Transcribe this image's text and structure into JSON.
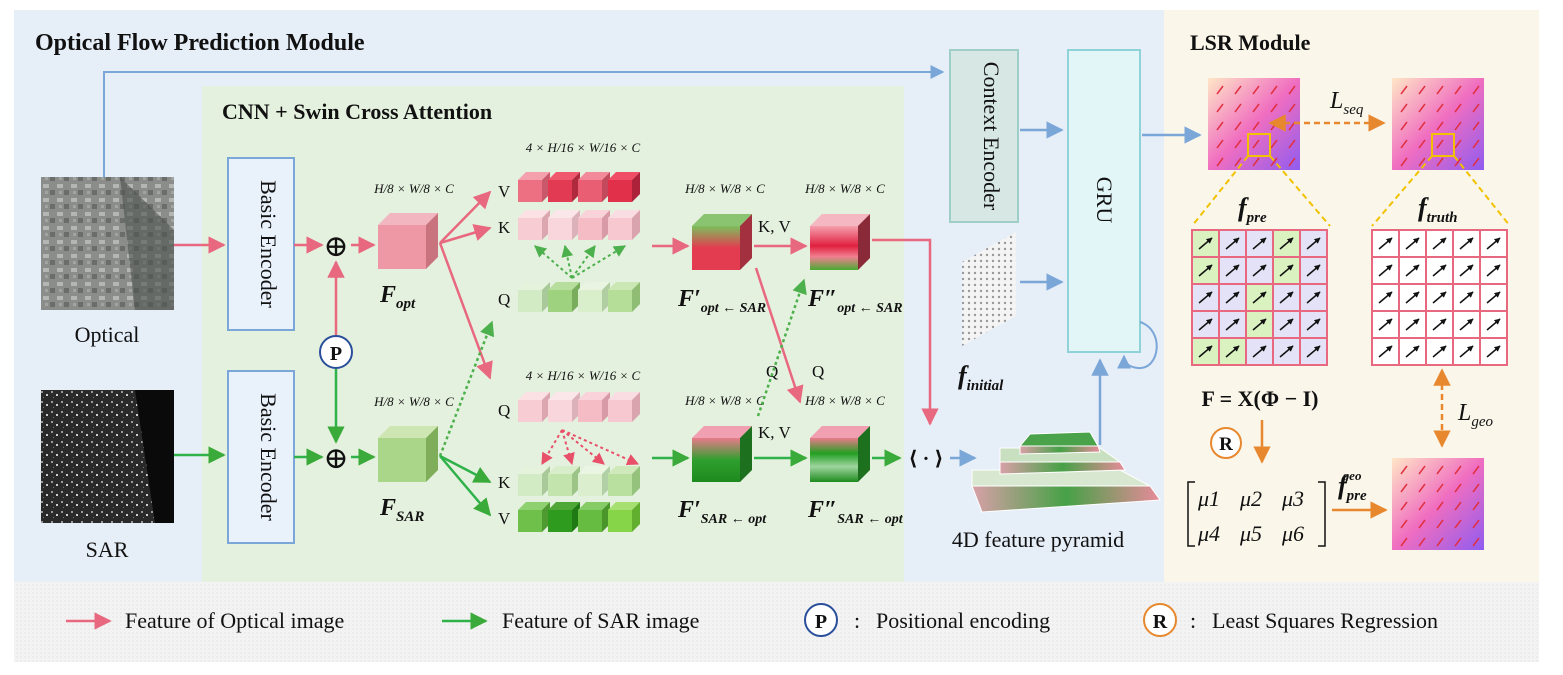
{
  "titles": {
    "optical_flow_module": "Optical Flow Prediction Module",
    "cnn_swin": "CNN + Swin Cross Attention",
    "lsr_module": "LSR Module"
  },
  "inputs": {
    "optical": "Optical",
    "sar": "SAR"
  },
  "encoders": {
    "basic_encoder_top": "Basic Encoder",
    "basic_encoder_bottom": "Basic Encoder",
    "context_encoder": "Context Encoder",
    "gru": "GRU"
  },
  "dims": {
    "eighth": "H/8 × W/8 × C",
    "sixteenth": "4 × H/16 × W/16 × C"
  },
  "qkv": {
    "q": "Q",
    "k": "K",
    "v": "V",
    "kv": "K, V"
  },
  "features": {
    "f_opt": "F",
    "f_opt_sub": "opt",
    "f_sar": "F",
    "f_sar_sub": "SAR",
    "f_opt_sar_prime": "F′",
    "f_opt_sar_prime_sub": "opt ← SAR",
    "f_opt_sar_dprime": "F″",
    "f_opt_sar_dprime_sub": "opt ← SAR",
    "f_sar_opt_prime": "F′",
    "f_sar_opt_prime_sub": "SAR ← opt",
    "f_sar_opt_dprime": "F″",
    "f_sar_opt_dprime_sub": "SAR ← opt",
    "f_initial": "f",
    "f_initial_sub": "initial",
    "dot_product": "⟨ · ⟩",
    "pyramid": "4D feature pyramid"
  },
  "lsr": {
    "l_seq": "L",
    "l_seq_sub": "seq",
    "l_geo": "L",
    "l_geo_sub": "geo",
    "f_pre": "f",
    "f_pre_sub": "pre",
    "f_truth": "f",
    "f_truth_sub": "truth",
    "f_pre_geo": "f",
    "f_pre_geo_sub": "pre",
    "f_pre_geo_sup": "geo",
    "equation": "F = X(Φ − I)",
    "matrix_row1": [
      "μ1",
      "μ2",
      "μ3"
    ],
    "matrix_row2": [
      "μ4",
      "μ5",
      "μ6"
    ]
  },
  "symbols": {
    "plus": "⊕",
    "p": "P",
    "r": "R"
  },
  "legend": {
    "optical_feature": "Feature of Optical image",
    "sar_feature": "Feature of SAR image",
    "positional": "Positional encoding",
    "lsr": "Least Squares Regression",
    "colon": ":"
  },
  "colors": {
    "optical_arrow": "#e8687f",
    "sar_arrow": "#2fb24a",
    "flow_arrow": "#7aa7d8",
    "lsr_arrow": "#e8882e",
    "left_panel": "#e6eef8",
    "cnn_panel": "#e5f1df",
    "lsr_panel": "#faf6ea",
    "encoder_fill": "#e9f1fb",
    "encoder_stroke": "#7aa7d8",
    "context_fill": "#d6e7e4",
    "context_stroke": "#9fcdc8",
    "gru_fill": "#e3f6f7",
    "gru_stroke": "#8fd3d8"
  }
}
